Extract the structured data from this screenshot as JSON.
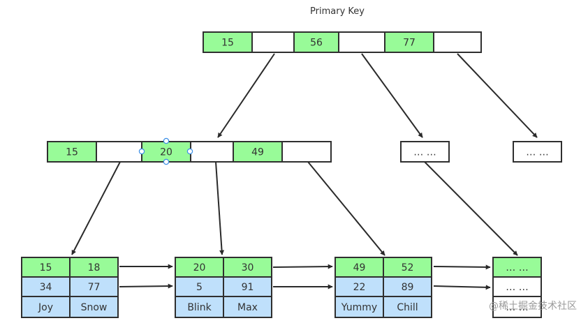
{
  "title": "Primary Key",
  "watermark": "@稀土掘金技术社区",
  "root": {
    "keys": [
      "15",
      "56",
      "77"
    ]
  },
  "internal": {
    "keys": [
      "15",
      "20",
      "49"
    ],
    "selected_key": "20"
  },
  "placeholders": [
    "…   …",
    "…   …"
  ],
  "leaves": [
    {
      "keys": [
        "15",
        "18"
      ],
      "ids": [
        "34",
        "77"
      ],
      "names": [
        "Joy",
        "Snow"
      ]
    },
    {
      "keys": [
        "20",
        "30"
      ],
      "ids": [
        "5",
        "91"
      ],
      "names": [
        "Blink",
        "Max"
      ]
    },
    {
      "keys": [
        "49",
        "52"
      ],
      "ids": [
        "22",
        "89"
      ],
      "names": [
        "Yummy",
        "Chill"
      ]
    },
    {
      "rows": [
        "…   …",
        "…   …",
        "…   …"
      ]
    }
  ],
  "colors": {
    "key_cell": "#98fb98",
    "row_cell": "#bfe0fb",
    "pointer_cell": "#ffffff",
    "border": "#2f2f2f",
    "selection": "#3a8ee6"
  }
}
